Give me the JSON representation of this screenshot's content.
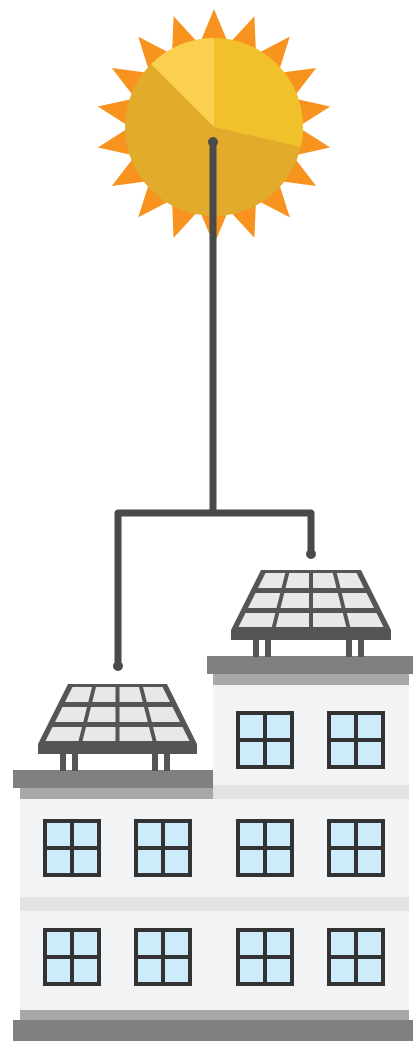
{
  "scene": {
    "sun": {
      "icon": "sun-icon"
    },
    "connector": {
      "icon": "cable-lines"
    },
    "building": {
      "icon": "building-icon",
      "floors": 3
    },
    "solar_panels": [
      {
        "icon": "solar-panel-icon",
        "rows": 3,
        "cols": 4
      },
      {
        "icon": "solar-panel-icon",
        "rows": 3,
        "cols": 4
      }
    ],
    "colors": {
      "sun_rays": "#F7931E",
      "sun_core": "#E3AB2C",
      "sun_highlight_a": "#F0C12A",
      "sun_highlight_b": "#FAD04E",
      "cable": "#4A4A4A",
      "wall": "#F2F3F5",
      "wall_band": "#E1E2E3",
      "roof": "#808080",
      "roof_trim": "#A8A8A8",
      "window_frame": "#333333",
      "window_glass": "#CDEBFA",
      "panel_frame": "#555555",
      "panel_cell": "#E8E8E8"
    }
  }
}
